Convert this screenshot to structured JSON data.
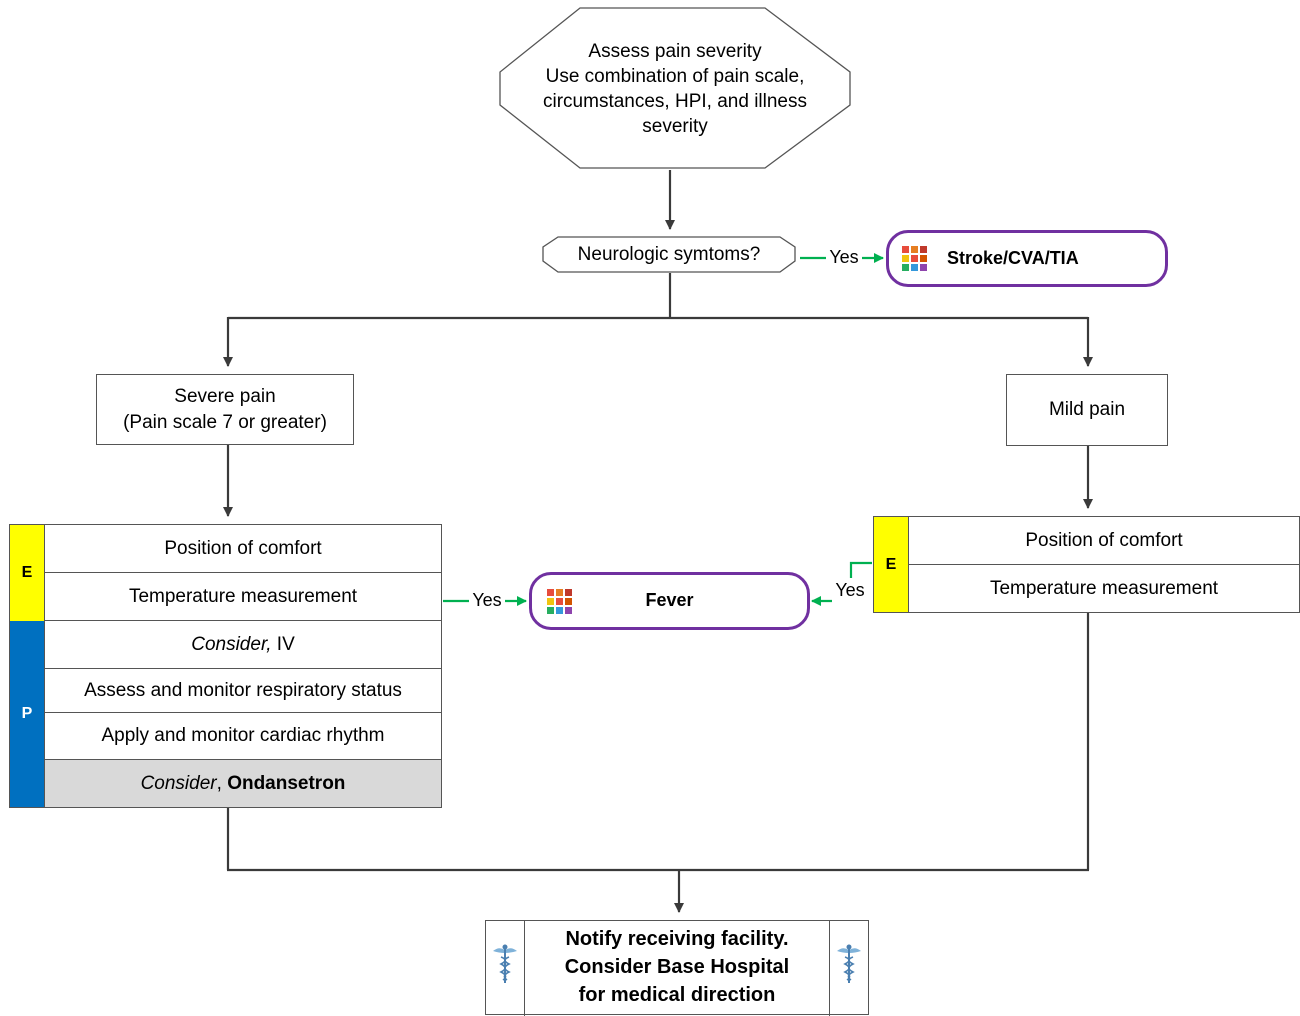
{
  "start": {
    "lines": [
      "Assess pain severity",
      "Use combination of pain scale,",
      "circumstances, HPI, and illness",
      "severity"
    ]
  },
  "decision": {
    "text": "Neurologic symtoms?"
  },
  "yes_label": "Yes",
  "stroke": {
    "text": "Stroke/CVA/TIA"
  },
  "fever": {
    "text": "Fever"
  },
  "severe": {
    "lines": [
      "Severe pain",
      "(Pain scale 7 or greater)"
    ]
  },
  "mild": {
    "text": "Mild pain"
  },
  "left_panel": {
    "e_tag": "E",
    "p_tag": "P",
    "e_rows": [
      "Position of comfort",
      "Temperature measurement"
    ],
    "p_rows": [
      {
        "em": "Consider,",
        "text": " IV"
      },
      {
        "text": "Assess and monitor respiratory status"
      },
      {
        "text": "Apply and monitor cardiac rhythm"
      },
      {
        "em": "Consider",
        "text": ", ",
        "strong": "Ondansetron"
      }
    ]
  },
  "right_panel": {
    "e_tag": "E",
    "e_rows": [
      "Position of comfort",
      "Temperature measurement"
    ]
  },
  "notify": {
    "lines": [
      "Notify receiving facility.",
      "Consider Base Hospital",
      "for medical direction"
    ]
  },
  "colors": {
    "e_tag": "#ffff00",
    "p_tag": "#0070c0",
    "terminal_border": "#7030a0",
    "yes_arrow": "#00b050",
    "highlight_row": "#d9d9d9",
    "line": "#3a3a3a"
  },
  "icons": {
    "protocol": "protocol-grid-icon",
    "medical": "caduceus-icon"
  }
}
